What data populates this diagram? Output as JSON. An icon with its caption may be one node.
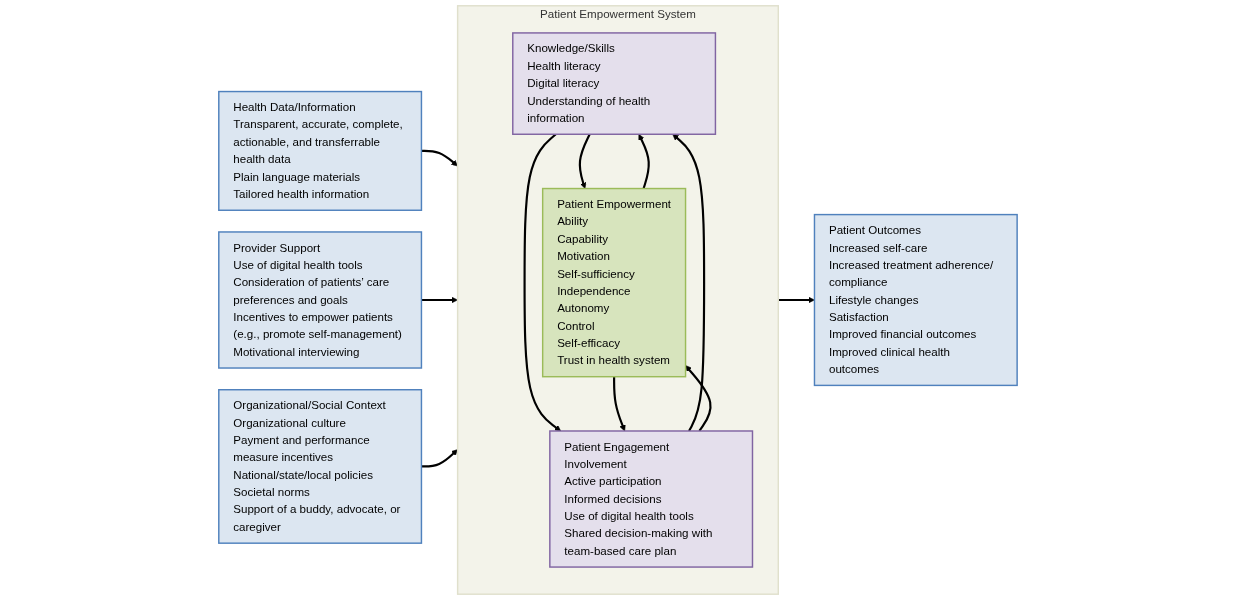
{
  "diagram": {
    "nodes": [
      {
        "text": [
          "Health Data/Information",
          "Transparent, accurate, complete, actionable, and transferrable health data",
          "Plain language materials",
          "Tailored health information"
        ]
      },
      {
        "text": [
          "Provider Support",
          "Use of digital health tools",
          "Consideration of patients’ care preferences and goals",
          "Incentives to empower patients (e.g., promote self-management)",
          "Motivational interviewing"
        ]
      },
      {
        "text": [
          "Organizational/Social Context",
          "Organizational culture",
          "Payment and performance measure incentives",
          "National/state/local policies",
          "Societal norms",
          "Support of a buddy, advocate, or caregiver"
        ]
      },
      {
        "text": [
          "Patient Empowerment System"
        ]
      },
      {
        "text": [
          "Knowledge/Skills",
          "Health literacy",
          "Digital literacy",
          "Understanding of health information"
        ],
        "in": 3
      },
      {
        "text": [
          "Patient Empowerment",
          "Ability",
          "Capability",
          "Motivation",
          "Self-sufficiency",
          "Independence",
          "Autonomy",
          "Control",
          "Self-efficacy",
          "Trust in health system"
        ],
        "in": 3
      },
      {
        "text": [
          "Patient Engagement",
          "Involvement",
          "Active participation",
          "Informed decisions",
          "Use of digital health tools",
          "Shared decision-making with team-based care plan"
        ],
        "in": 3
      },
      {
        "text": [
          "Patient Outcomes",
          "Increased self-care",
          "Increased treatment adherence/ compliance",
          "Lifestyle changes",
          "Satisfaction",
          "Improved financial outcomes",
          "Improved clinical health outcomes"
        ]
      }
    ],
    "edges": [
      {
        "from": 0,
        "to": 3,
        "arrow": "to"
      },
      {
        "from": 1,
        "to": 3,
        "arrow": "to"
      },
      {
        "from": 2,
        "to": 3,
        "arrow": "to"
      },
      {
        "from": 5,
        "to": 4,
        "arrow": "to"
      },
      {
        "from": 4,
        "to": 5,
        "arrow": "to"
      },
      {
        "from": 4,
        "to": 6,
        "arrow": "to"
      },
      {
        "from": 6,
        "to": 4,
        "arrow": "to"
      },
      {
        "from": 5,
        "to": 6,
        "arrow": "to"
      },
      {
        "from": 6,
        "to": 5,
        "arrow": "to"
      },
      {
        "from": 3,
        "to": 7,
        "arrow": "to"
      }
    ]
  }
}
